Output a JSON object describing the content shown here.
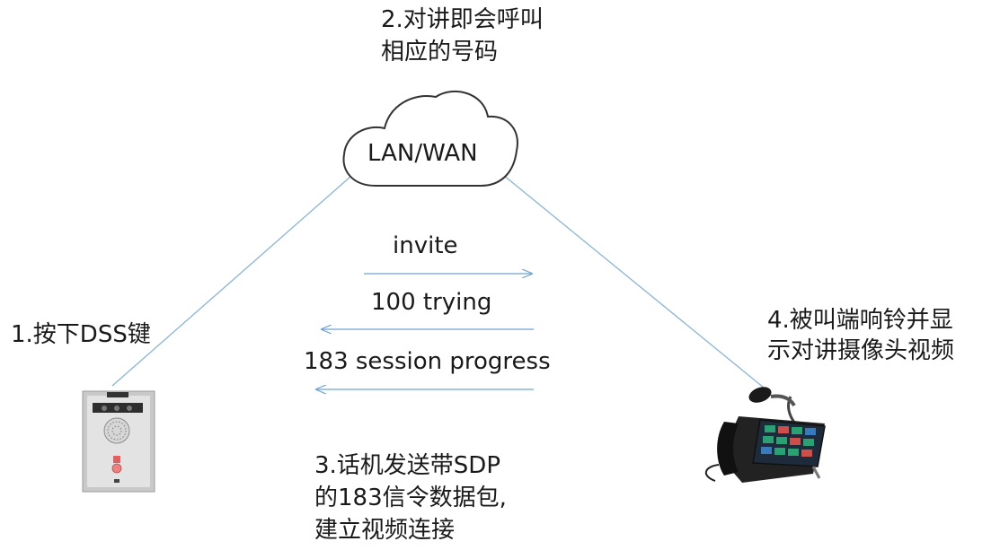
{
  "cloud": {
    "label": "LAN/WAN"
  },
  "steps": {
    "step1": "1.按下DSS键",
    "step2_line1": "2.对讲即会呼叫",
    "step2_line2": "相应的号码",
    "step3_line1": "3.话机发送带SDP",
    "step3_line2": "的183信令数据包,",
    "step3_line3": "建立视频连接",
    "step4_line1": "4.被叫端响铃并显",
    "step4_line2": "示对讲摄像头视频"
  },
  "messages": {
    "invite": "invite",
    "trying": "100 trying",
    "session_progress": "183 session progress"
  },
  "colors": {
    "link_line": "#8ab4d8",
    "arrow": "#6fa3d1",
    "cloud_stroke": "#333333"
  },
  "icons": {
    "intercom": "door-intercom-icon",
    "phone": "video-desk-phone-icon"
  }
}
